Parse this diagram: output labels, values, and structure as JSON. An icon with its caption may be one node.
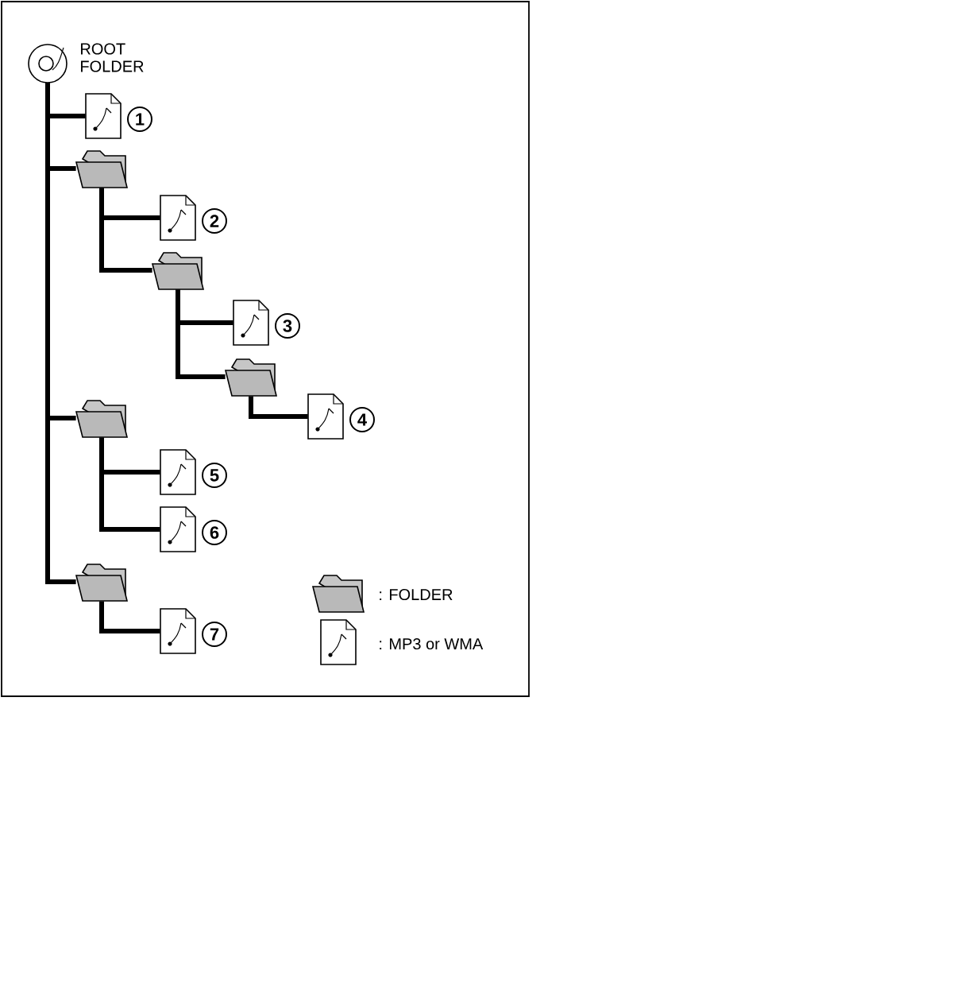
{
  "diagram": {
    "nodes": [
      {
        "text": [],
        "shape": "circle",
        "beside": [
          "ROOT FOLDER"
        ]
      },
      {
        "text": [],
        "shape": "document",
        "beside": [
          "1"
        ]
      },
      {
        "text": [],
        "shape": "folder"
      },
      {
        "text": [],
        "shape": "document",
        "beside": [
          "2"
        ]
      },
      {
        "text": [],
        "shape": "folder"
      },
      {
        "text": [],
        "shape": "document",
        "beside": [
          "3"
        ]
      },
      {
        "text": [],
        "shape": "folder"
      },
      {
        "text": [],
        "shape": "document",
        "beside": [
          "4"
        ]
      },
      {
        "text": [],
        "shape": "folder"
      },
      {
        "text": [],
        "shape": "document",
        "beside": [
          "5"
        ]
      },
      {
        "text": [],
        "shape": "document",
        "beside": [
          "6"
        ]
      },
      {
        "text": [],
        "shape": "folder"
      },
      {
        "text": [],
        "shape": "document",
        "beside": [
          "7"
        ]
      }
    ],
    "edges": [
      {
        "from": 0,
        "to": 1,
        "arrow": "none"
      },
      {
        "from": 0,
        "to": 2,
        "arrow": "none"
      },
      {
        "from": 2,
        "to": 3,
        "arrow": "none"
      },
      {
        "from": 2,
        "to": 4,
        "arrow": "none"
      },
      {
        "from": 4,
        "to": 5,
        "arrow": "none"
      },
      {
        "from": 4,
        "to": 6,
        "arrow": "none"
      },
      {
        "from": 6,
        "to": 7,
        "arrow": "none"
      },
      {
        "from": 0,
        "to": 8,
        "arrow": "none"
      },
      {
        "from": 8,
        "to": 9,
        "arrow": "none"
      },
      {
        "from": 8,
        "to": 10,
        "arrow": "none"
      },
      {
        "from": 0,
        "to": 11,
        "arrow": "none"
      },
      {
        "from": 11,
        "to": 12,
        "arrow": "none"
      }
    ],
    "legend": [
      {
        "text": ": FOLDER"
      },
      {
        "text": ": MP3 or WMA"
      }
    ]
  }
}
